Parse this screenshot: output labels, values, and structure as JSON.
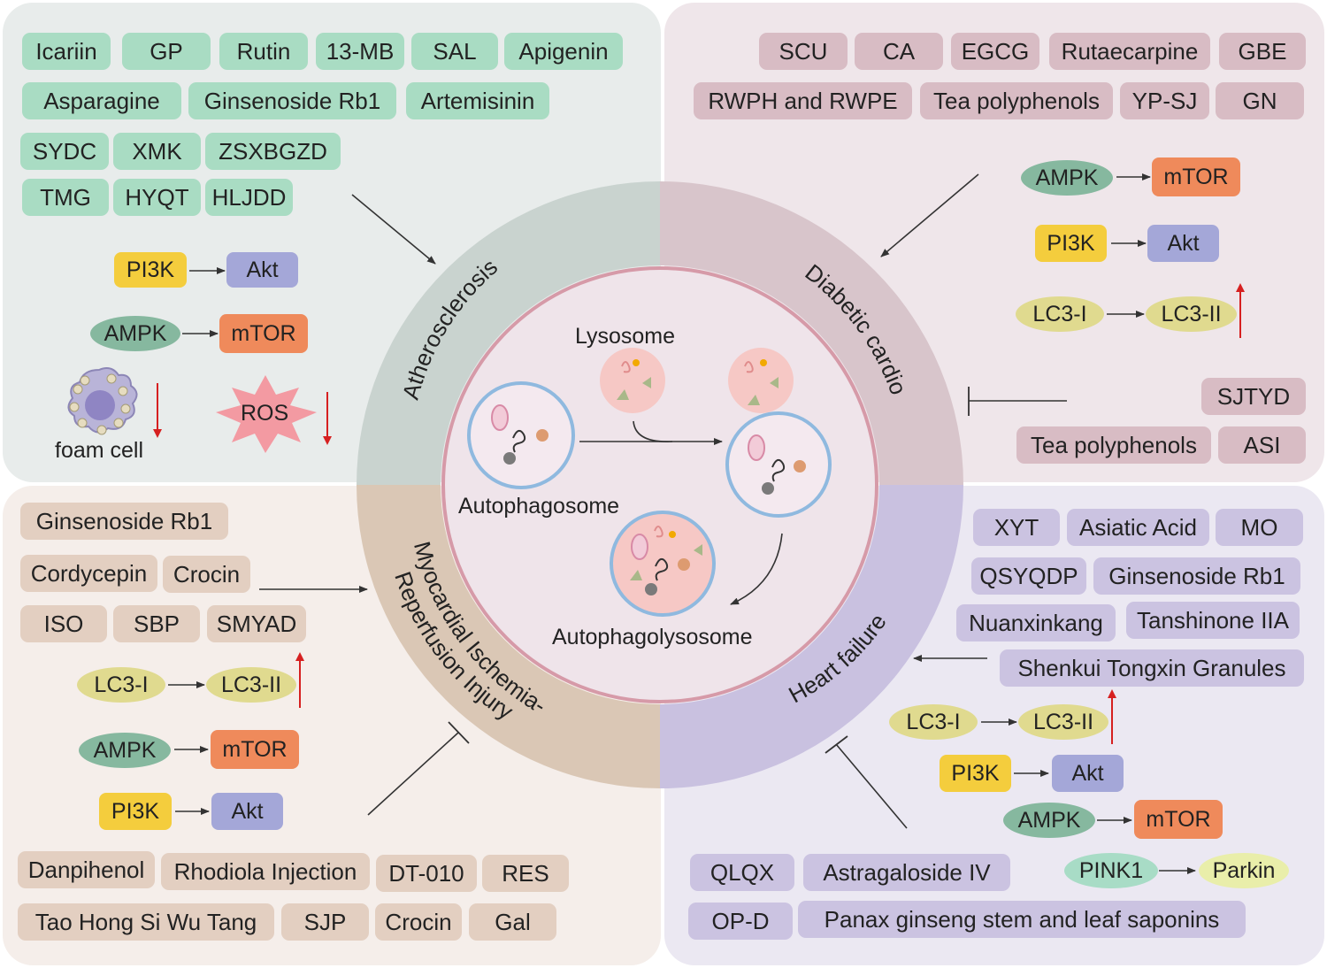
{
  "quadrants": {
    "top_left": {
      "drugs": [
        "Icariin",
        "GP",
        "Rutin",
        "13-MB",
        "SAL",
        "Apigenin",
        "Asparagine",
        "Ginsenoside Rb1",
        "Artemisinin",
        "SYDC",
        "XMK",
        "ZSXBGZD",
        "TMG",
        "HYQT",
        "HLJDD"
      ],
      "pathway_pi3k": {
        "from": "PI3K",
        "to": "Akt"
      },
      "pathway_ampk": {
        "from": "AMPK",
        "to": "mTOR"
      },
      "foam_cell_label": "foam cell",
      "ros_label": "ROS"
    },
    "top_right": {
      "drugs": [
        "SCU",
        "CA",
        "EGCG",
        "Rutaecarpine",
        "GBE",
        "RWPH and RWPE",
        "Tea polyphenols",
        "YP-SJ",
        "GN"
      ],
      "inhibitors": [
        "SJTYD",
        "Tea polyphenols",
        "ASI"
      ],
      "pathway_ampk": {
        "from": "AMPK",
        "to": "mTOR"
      },
      "pathway_pi3k": {
        "from": "PI3K",
        "to": "Akt"
      },
      "pathway_lc3": {
        "from": "LC3-I",
        "to": "LC3-II"
      }
    },
    "bottom_left": {
      "drugs": [
        "Ginsenoside Rb1",
        "Cordycepin",
        "Crocin",
        "ISO",
        "SBP",
        "SMYAD"
      ],
      "inhibitors": [
        "Danpihenol",
        "Rhodiola Injection",
        "DT-010",
        "RES",
        "Tao Hong Si Wu Tang",
        "SJP",
        "Crocin",
        "Gal"
      ],
      "pathway_lc3": {
        "from": "LC3-I",
        "to": "LC3-II"
      },
      "pathway_ampk": {
        "from": "AMPK",
        "to": "mTOR"
      },
      "pathway_pi3k": {
        "from": "PI3K",
        "to": "Akt"
      }
    },
    "bottom_right": {
      "drugs": [
        "XYT",
        "Asiatic Acid",
        "MO",
        "QSYQDP",
        "Ginsenoside Rb1",
        "Nuanxinkang",
        "Tanshinone IIA",
        "Shenkui Tongxin Granules"
      ],
      "inhibitors": [
        "QLQX",
        "Astragaloside IV",
        "OP-D",
        "Panax ginseng stem and leaf saponins"
      ],
      "pathway_lc3": {
        "from": "LC3-I",
        "to": "LC3-II"
      },
      "pathway_pi3k": {
        "from": "PI3K",
        "to": "Akt"
      },
      "pathway_ampk": {
        "from": "AMPK",
        "to": "mTOR"
      },
      "pathway_pink": {
        "from": "PINK1",
        "to": "Parkin"
      }
    }
  },
  "ring": {
    "atherosclerosis": "Atherosclerosis",
    "diabetic_line1": "Diabetic",
    "diabetic_line2": "cardiomyopathy",
    "heart_failure": "Heart failure",
    "mi_line1": "Myocardial Ischemia-",
    "mi_line2": "Reperfusion Injury"
  },
  "center": {
    "lysosome": "Lysosome",
    "autophagosome": "Autophagosome",
    "autophagolysosome": "Autophagolysosome"
  },
  "colors": {
    "ring_tl": "#c9d3cf",
    "ring_tr": "#d8c5cb",
    "ring_bl": "#dac7b5",
    "ring_br": "#c9c1e0",
    "inner_fill": "#efe4ea",
    "inner_border": "#d69aa8",
    "vesicle_border": "#8fb9df",
    "lysosome_fill": "#f6c8c5",
    "down_arrow": "#d62020"
  }
}
